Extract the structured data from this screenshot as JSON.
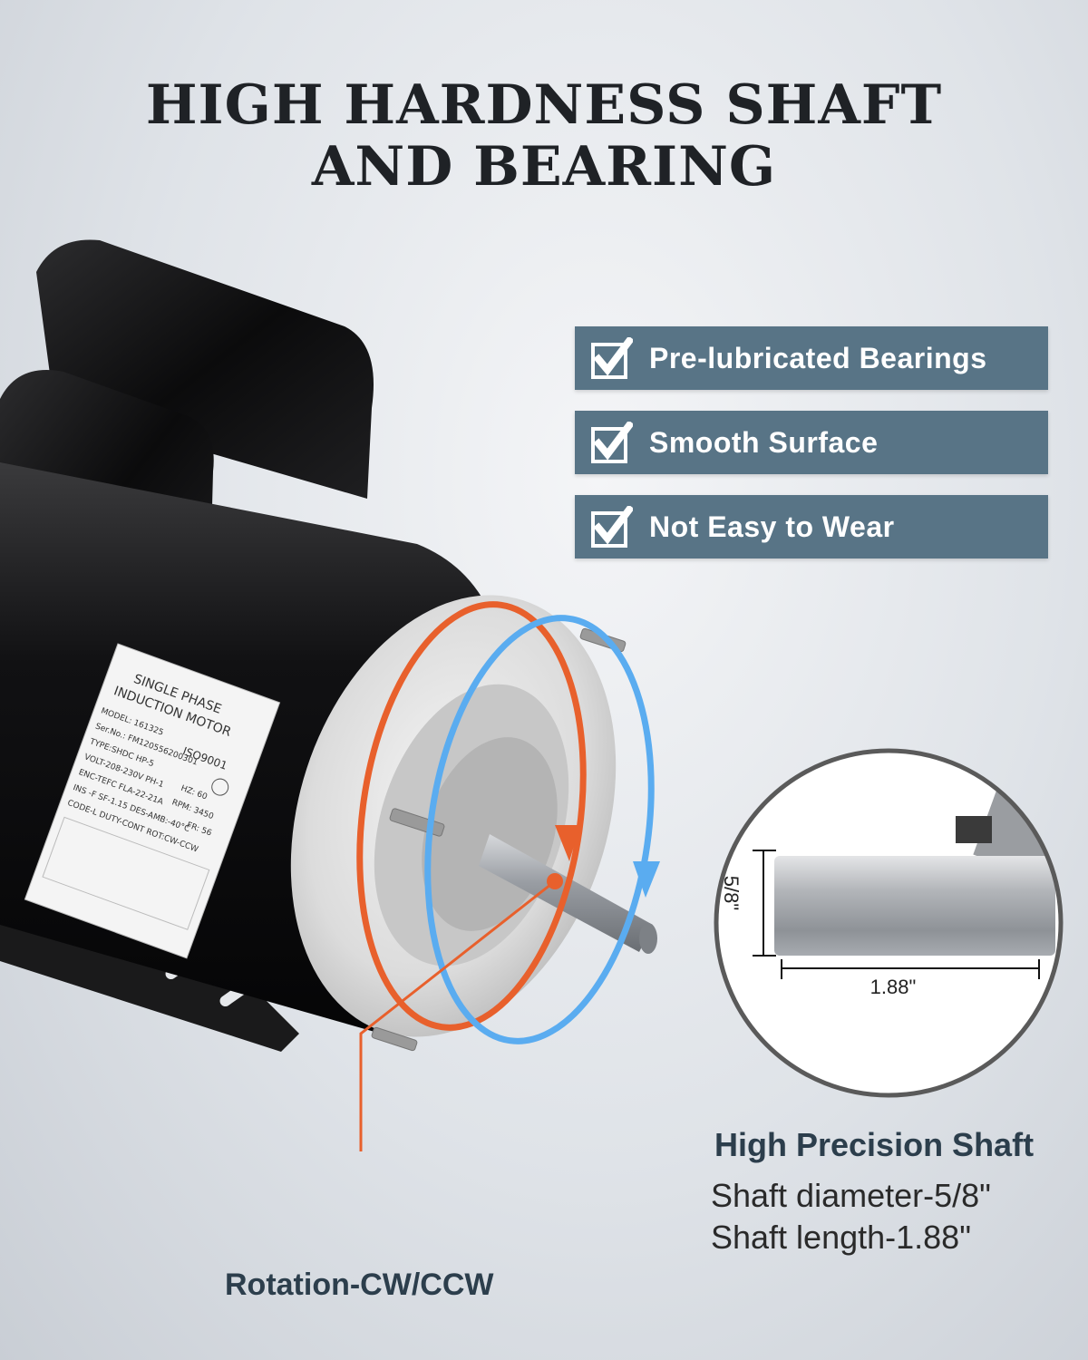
{
  "title": {
    "line1": "HIGH HARDNESS SHAFT",
    "line2": "AND BEARING"
  },
  "features": [
    {
      "label": "Pre-lubricated Bearings",
      "icon": "checkmark-icon"
    },
    {
      "label": "Smooth Surface",
      "icon": "checkmark-icon"
    },
    {
      "label": "Not Easy to Wear",
      "icon": "checkmark-icon"
    }
  ],
  "motor_label": {
    "line1": "SINGLE PHASE",
    "line2": "INDUCTION MOTOR",
    "model": "MODEL: 161325",
    "iso": "ISO9001",
    "serial": "Ser.No.: FM120556200301",
    "type": "TYPE:SHDC  HP-5",
    "hz": "HZ: 60",
    "volt": "VOLT-208-230V  PH-1",
    "rpm": "RPM: 3450",
    "enc": "ENC-TEFC  FLA-22-21A",
    "fr": "FR: 56",
    "ins": "INS -F   SF-1.15  DES-AMB:-40°C",
    "code": "CODE-L  DUTY-CONT  ROT:CW-CCW"
  },
  "shaft_zoom": {
    "diameter_label": "5/8\"",
    "length_label": "1.88\""
  },
  "spec": {
    "title": "High Precision Shaft",
    "diameter": "Shaft diameter-5/8\"",
    "length": "Shaft length-1.88\""
  },
  "rotation_label": "Rotation-CW/CCW",
  "colors": {
    "feature_bg": "#587486",
    "cw_arrow": "#e8602c",
    "ccw_arrow": "#5aacf0",
    "heading": "#1f2226",
    "spec_title": "#2c3e4c"
  }
}
